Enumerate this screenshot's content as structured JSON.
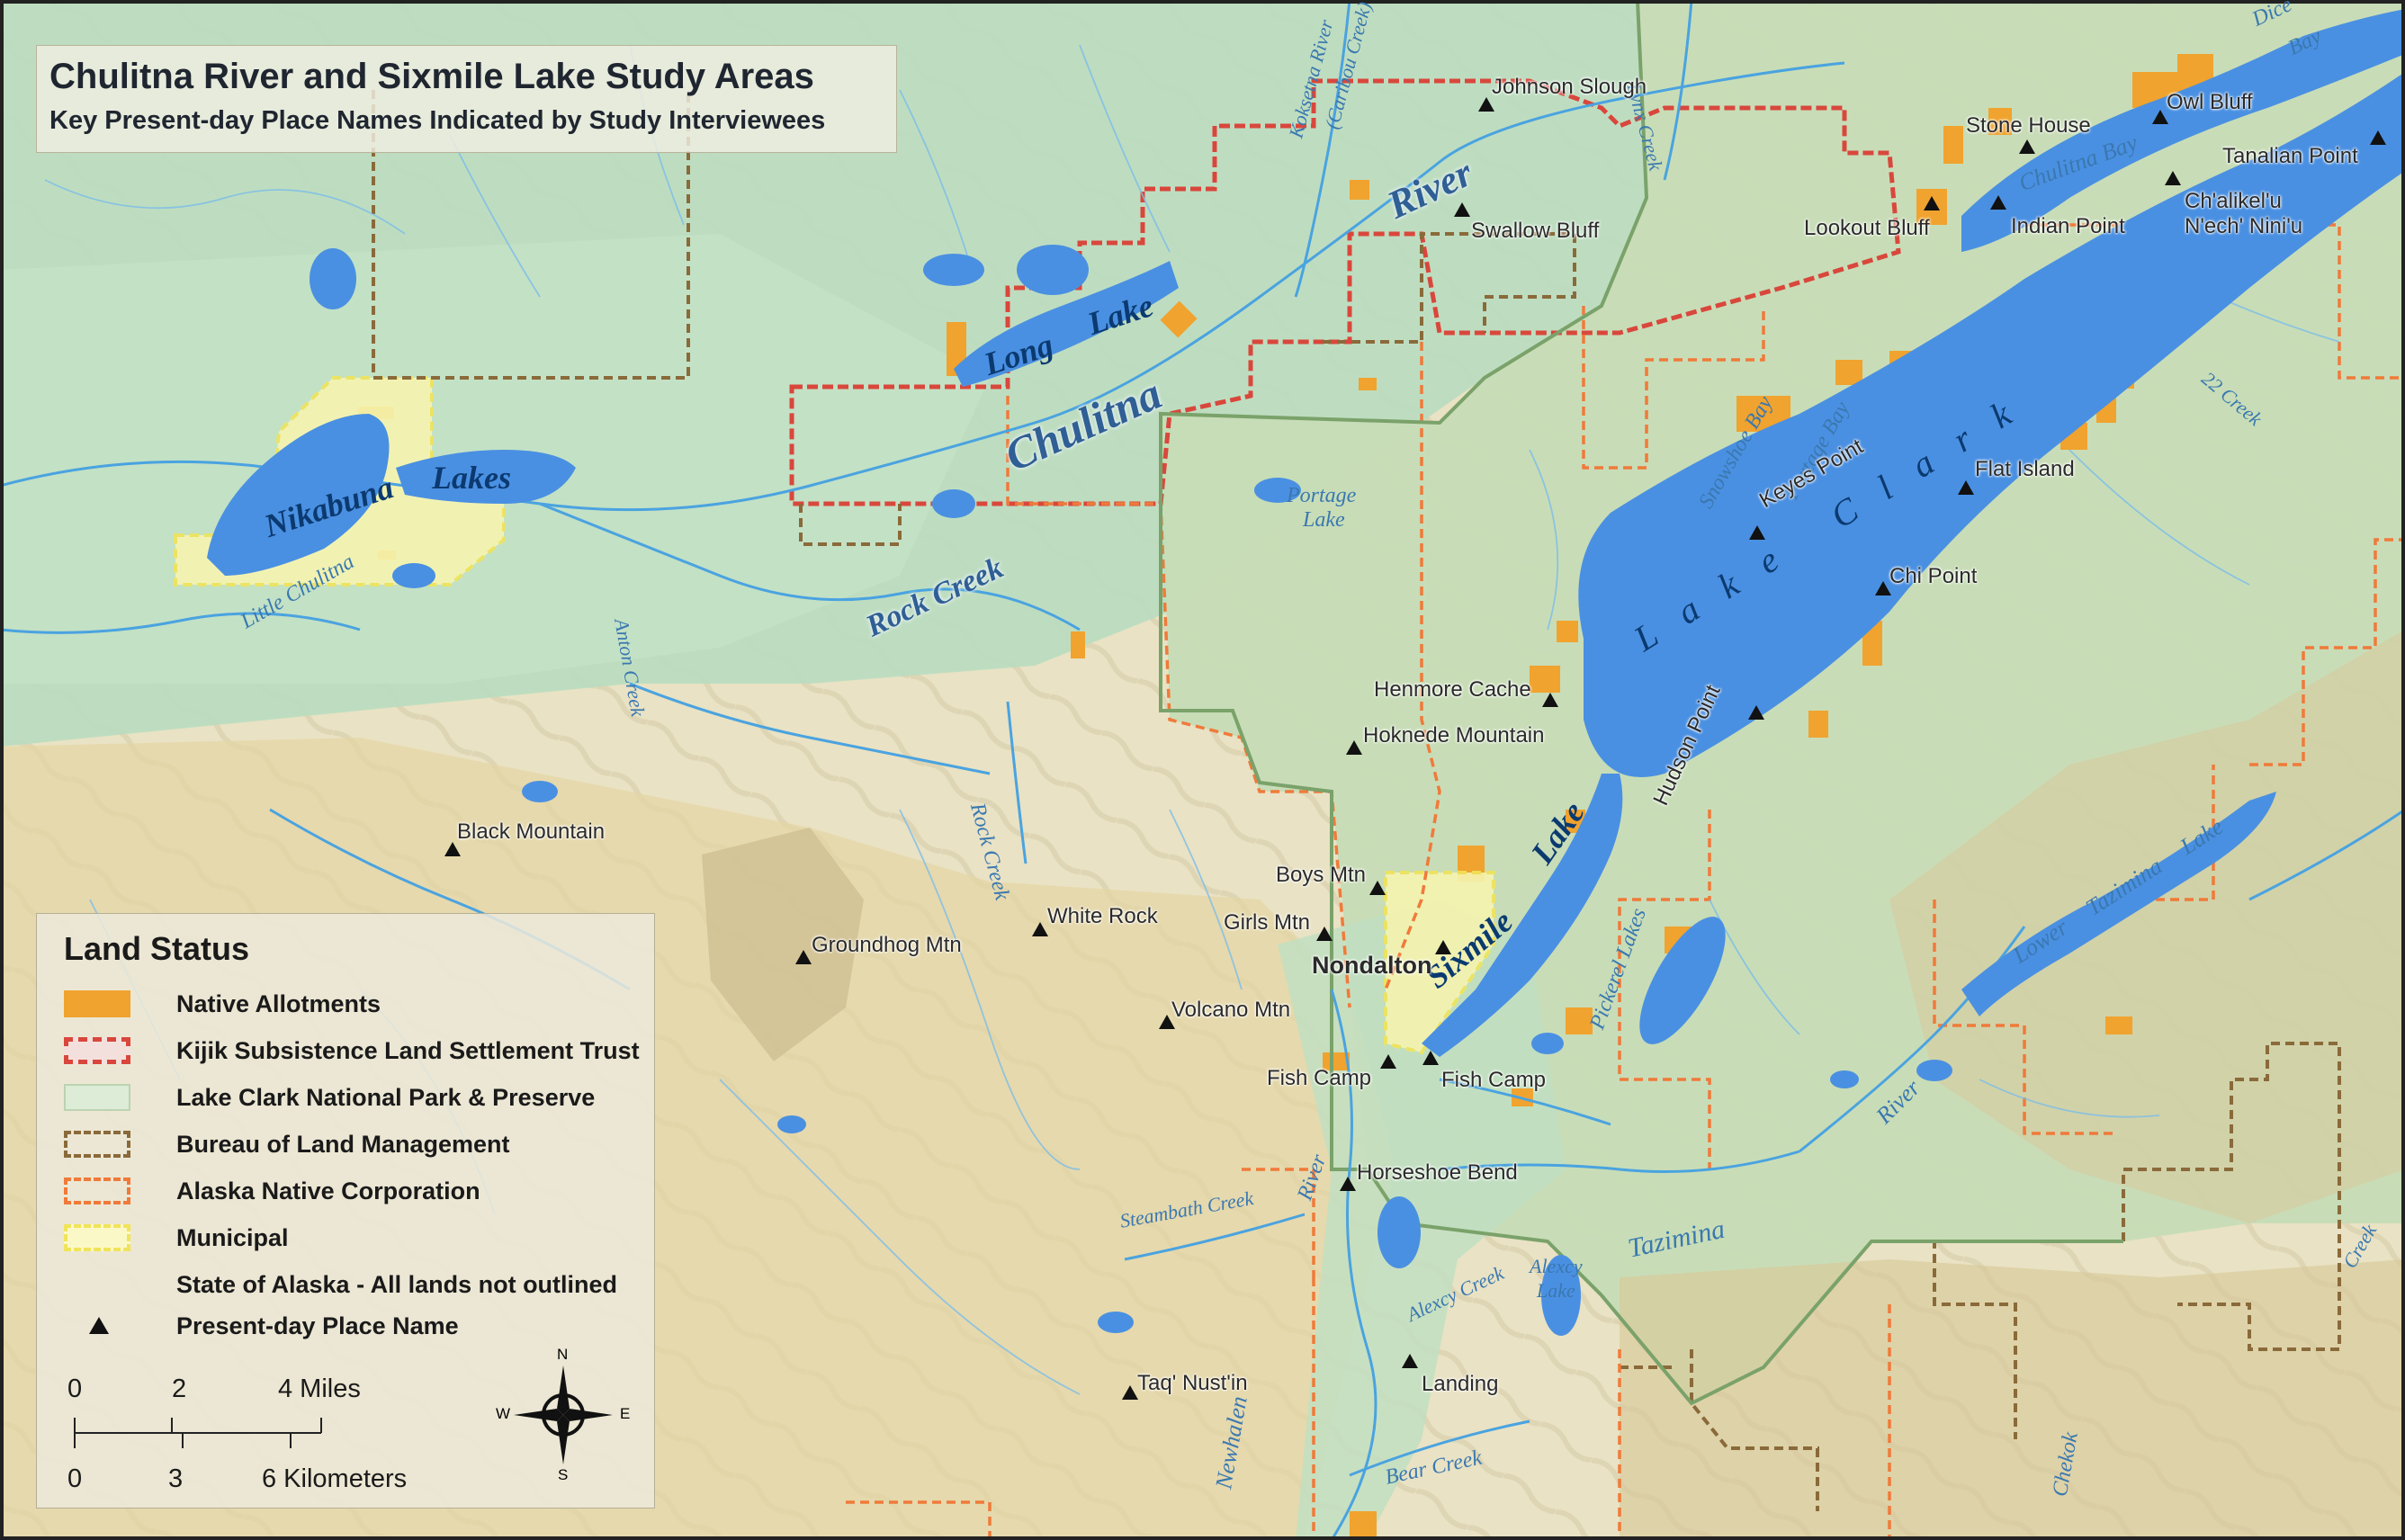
{
  "title": {
    "main": "Chulitna River and Sixmile Lake Study Areas",
    "sub": "Key Present-day Place Names Indicated by Study Interviewees"
  },
  "legend": {
    "heading": "Land Status",
    "items": [
      {
        "label": "Native Allotments",
        "symbol": "orange-fill",
        "color": "#f0a32e"
      },
      {
        "label": "Kijik Subsistence Land Settlement Trust",
        "symbol": "red-dash-outline",
        "color": "#d9473c"
      },
      {
        "label": "Lake Clark National Park & Preserve",
        "symbol": "pale-green-fill",
        "color": "#dcecd6"
      },
      {
        "label": "Bureau of Land Management",
        "symbol": "brown-dash-outline",
        "color": "#8a6a3a"
      },
      {
        "label": "Alaska Native Corporation",
        "symbol": "orange-dash-outline",
        "color": "#f07a3a"
      },
      {
        "label": "Municipal",
        "symbol": "yellow-dash-outline",
        "color": "#f6ef64"
      },
      {
        "label": "State of Alaska - All lands not outlined",
        "symbol": "none"
      },
      {
        "label": "Present-day Place Name",
        "symbol": "black-triangle-icon"
      }
    ]
  },
  "scale": {
    "miles_ticks": [
      "0",
      "2",
      "4 Miles"
    ],
    "km_ticks": [
      "0",
      "3",
      "6 Kilometers"
    ]
  },
  "compass": {
    "n": "N",
    "s": "S",
    "e": "E",
    "w": "W"
  },
  "place_names": {
    "johnson_slough": "Johnson Slough",
    "swallow_bluff": "Swallow Bluff",
    "stone_house": "Stone House",
    "owl_bluff": "Owl Bluff",
    "tanalian_point": "Tanalian Point",
    "lookout_bluff": "Lookout Bluff",
    "indian_point": "Indian Point",
    "chalikelu": "Ch'alikel'u",
    "nech_nini": "N'ech' Nini'u",
    "keyes_point": "Keyes Point",
    "flat_island": "Flat Island",
    "chi_point": "Chi Point",
    "henmore_cache": "Henmore Cache",
    "hoknede_mountain": "Hoknede Mountain",
    "hudson_point": "Hudson Point",
    "black_mountain": "Black Mountain",
    "boys_mtn": "Boys Mtn",
    "girls_mtn": "Girls Mtn",
    "nondalton": "Nondalton",
    "white_rock": "White Rock",
    "groundhog_mtn": "Groundhog Mtn",
    "volcano_mtn": "Volcano Mtn",
    "fish_camp_w": "Fish Camp",
    "fish_camp_e": "Fish Camp",
    "horseshoe_bend": "Horseshoe Bend",
    "landing": "Landing",
    "taq_nustin": "Taq' Nust'in"
  },
  "water_labels": {
    "river": "River",
    "chulitna": "Chulitna",
    "long": "Long",
    "lake_long": "Lake",
    "nikabuna": "Nikabuna",
    "lakes_nik": "Lakes",
    "little_chulitna": "Little Chulitna",
    "rock_creek": "Rock Creek",
    "rock_creek_vert": "Rock Creek",
    "portage_lake_1": "Portage",
    "portage_lake_2": "Lake",
    "lake_clark": "Lake Clark",
    "sixmile": "Sixmile",
    "lake_six": "Lake",
    "chulitna_bay": "Chulitna Bay",
    "dice_bay_1": "Dice",
    "dice_bay_2": "Bay",
    "snowshoe_bay": "Snowshoe Bay",
    "portage_bay": "Portage Bay",
    "creek_22": "22 Creek",
    "lynx_creek": "Lynx Creek",
    "koksetna_river": "Koksetna River",
    "caribou_creek": "(Caribou Creek)",
    "pickerel_lakes": "Pickerel Lakes",
    "tazimina_river": "River",
    "tazimina": "Tazimina",
    "lower_tazimina": "Lower Tazimina Lake",
    "alexcy_lake_1": "Alexcy",
    "alexcy_lake_2": "Lake",
    "alexcy_creek": "Alexcy Creek",
    "steambath_creek": "Steambath Creek",
    "newhalen": "Newhalen",
    "river_newhalen": "River",
    "bear_creek": "Bear Creek",
    "chekok": "Chekok",
    "creek_se": "Creek",
    "anton_creek": "Anton Creek"
  }
}
